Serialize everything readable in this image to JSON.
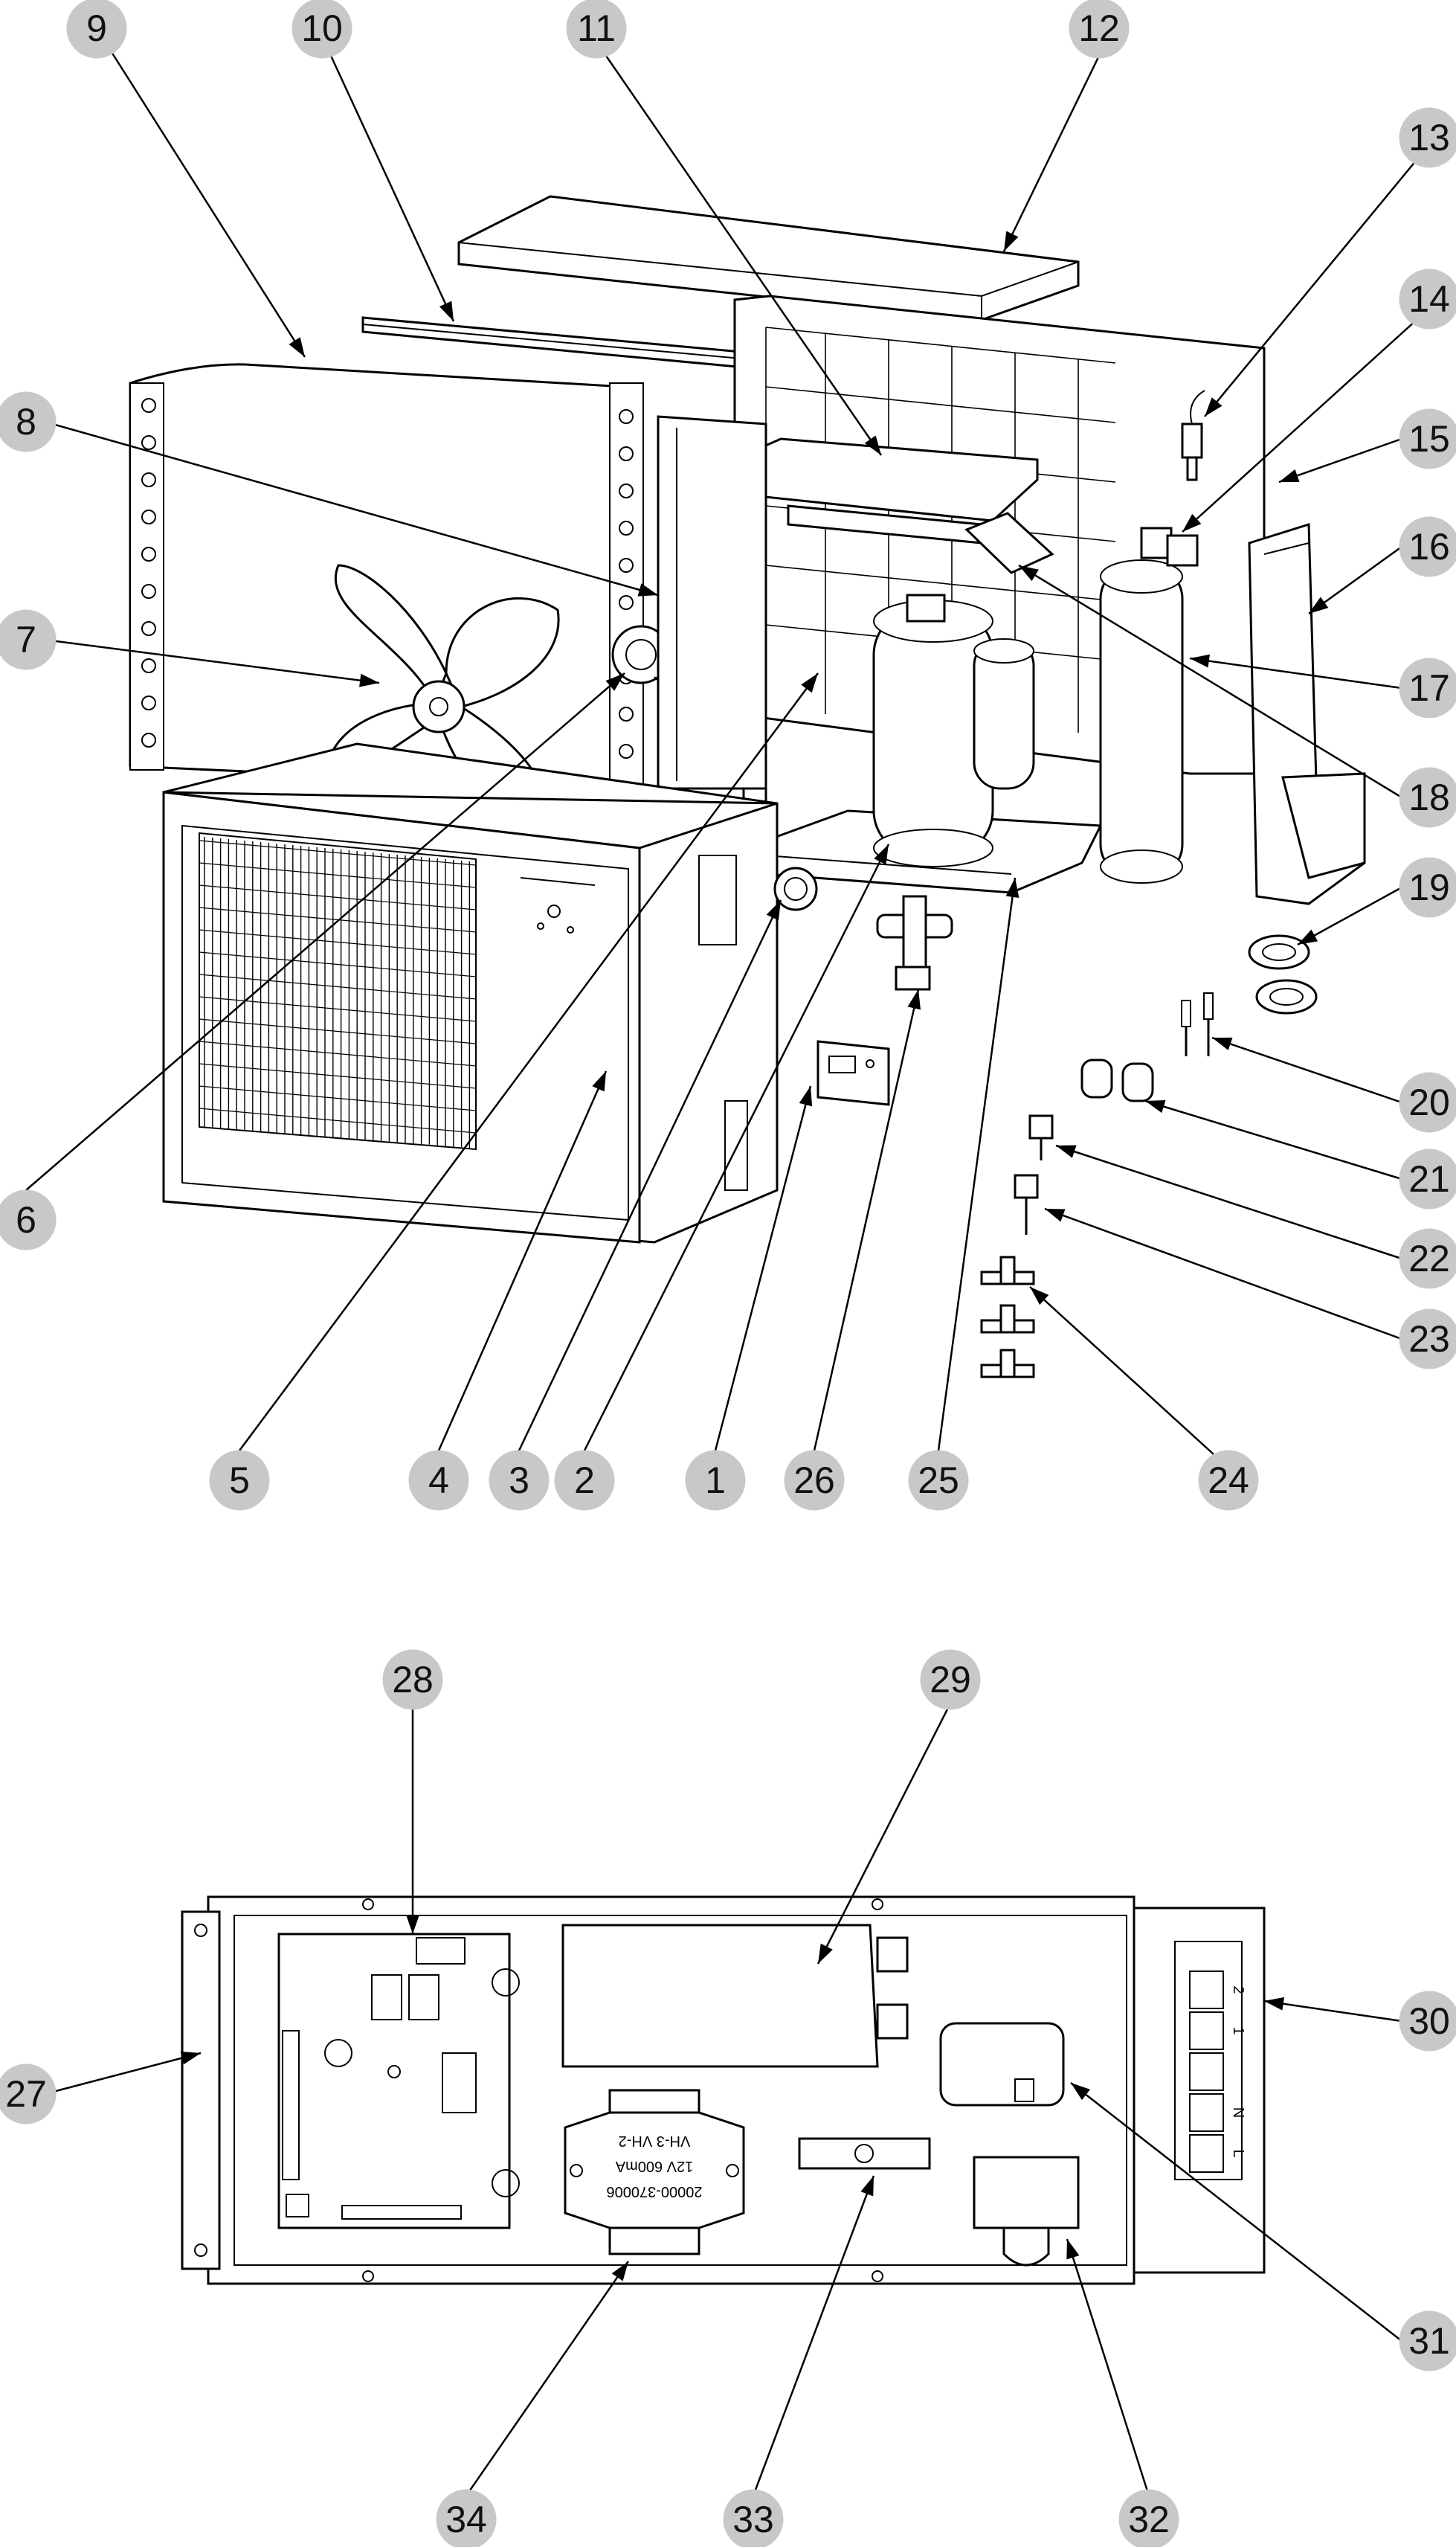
{
  "callouts": {
    "c1": "1",
    "c2": "2",
    "c3": "3",
    "c4": "4",
    "c5": "5",
    "c6": "6",
    "c7": "7",
    "c8": "8",
    "c9": "9",
    "c10": "10",
    "c11": "11",
    "c12": "12",
    "c13": "13",
    "c14": "14",
    "c15": "15",
    "c16": "16",
    "c17": "17",
    "c18": "18",
    "c19": "19",
    "c20": "20",
    "c21": "21",
    "c22": "22",
    "c23": "23",
    "c24": "24",
    "c25": "25",
    "c26": "26",
    "c27": "27",
    "c28": "28",
    "c29": "29",
    "c30": "30",
    "c31": "31",
    "c32": "32",
    "c33": "33",
    "c34": "34"
  },
  "transformer": {
    "line1": "VH-3  VH-2",
    "line2": "12V  600mA",
    "line3": "20000-370006"
  },
  "terminal_block": {
    "t1": "2",
    "t2": "1",
    "t3": "N",
    "t4": "L"
  },
  "colors": {
    "callout_fill": "#c8c8c8",
    "line": "#000000",
    "background": "#ffffff"
  }
}
